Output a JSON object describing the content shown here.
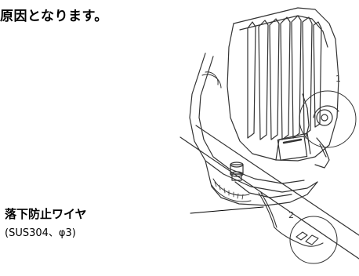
{
  "text": {
    "header_fragment": "原因となります。",
    "wire_label": "落下防止ワイヤ",
    "wire_spec": "(SUS304、φ3)"
  },
  "callouts": [
    "1",
    "2"
  ],
  "colors": {
    "line": "#333333",
    "leader": "#000000",
    "background": "#ffffff"
  }
}
